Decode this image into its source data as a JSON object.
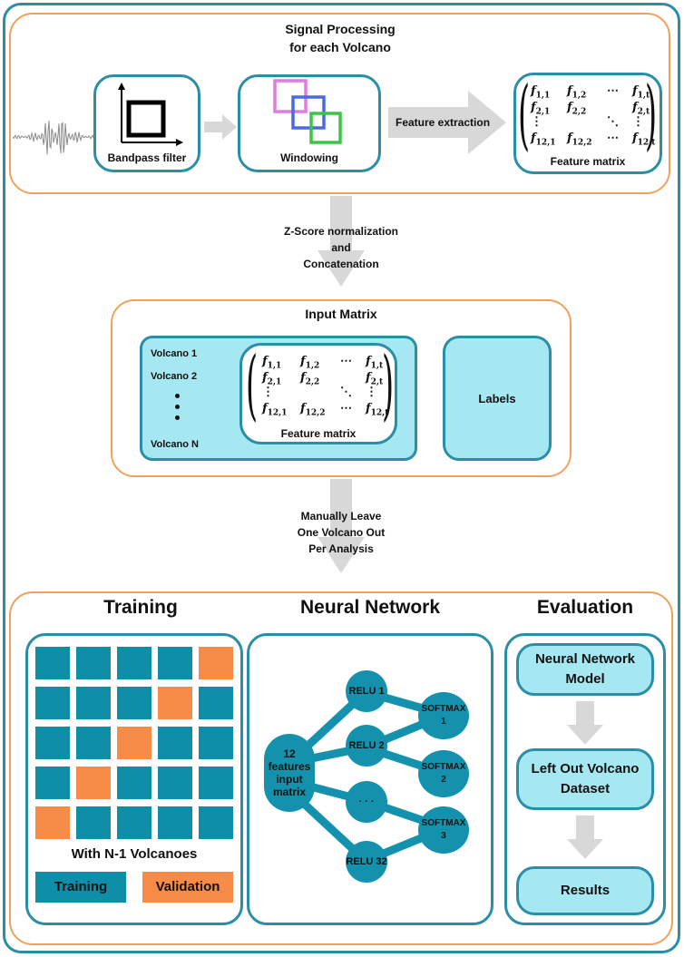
{
  "signal": {
    "title_line1": "Signal Processing",
    "title_line2": "for each Volcano"
  },
  "bandpass": {
    "label": "Bandpass filter"
  },
  "windowing": {
    "label": "Windowing"
  },
  "feature_extraction": {
    "label": "Feature extraction"
  },
  "feature_matrix": {
    "label": "Feature matrix",
    "rows": [
      [
        "f1,1",
        "f1,2",
        "⋯",
        "f1,t"
      ],
      [
        "f2,1",
        "f2,2",
        "",
        "f2,t"
      ],
      [
        "⋮",
        "",
        "⋱",
        "⋮"
      ],
      [
        "f12,1",
        "f12,2",
        "⋯",
        "f12,t"
      ]
    ]
  },
  "step_normalize": {
    "line1": "Z-Score normalization",
    "line2": "and",
    "line3": "Concatenation"
  },
  "input_matrix": {
    "title": "Input Matrix",
    "volcano1": "Volcano 1",
    "volcano2": "Volcano 2",
    "volcanoN": "Volcano N",
    "feature_label": "Feature matrix",
    "labels": "Labels"
  },
  "step_leave": {
    "line1": "Manually Leave",
    "line2": "One Volcano Out",
    "line3": "Per Analysis"
  },
  "training": {
    "title": "Training",
    "caption": "With N-1 Volcanoes",
    "legend_training": "Training",
    "legend_validation": "Validation",
    "grid": [
      [
        0,
        0,
        0,
        0,
        1
      ],
      [
        0,
        0,
        0,
        1,
        0
      ],
      [
        0,
        0,
        1,
        0,
        0
      ],
      [
        0,
        1,
        0,
        0,
        0
      ],
      [
        1,
        0,
        0,
        0,
        0
      ]
    ],
    "colors": {
      "training": "#0f8ea8",
      "validation": "#f68c47"
    }
  },
  "network": {
    "title": "Neural Network",
    "input_line1": "12",
    "input_line2": "features",
    "input_line3": "input",
    "input_line4": "matrix",
    "relu1": "RELU 1",
    "relu2": "RELU 2",
    "dots": "· · ·",
    "relu32": "RELU 32",
    "softmax": "SOFTMAX",
    "s1": "1",
    "s2": "2",
    "s3": "3"
  },
  "evaluation": {
    "title": "Evaluation",
    "model_line1": "Neural Network",
    "model_line2": "Model",
    "dataset_line1": "Left Out Volcano",
    "dataset_line2": "Dataset",
    "results": "Results"
  },
  "colors": {
    "teal": "#2a8fa6",
    "orange": "#f0a25a",
    "light": "#a6e8f2",
    "arrow": "#d8d8d8"
  }
}
